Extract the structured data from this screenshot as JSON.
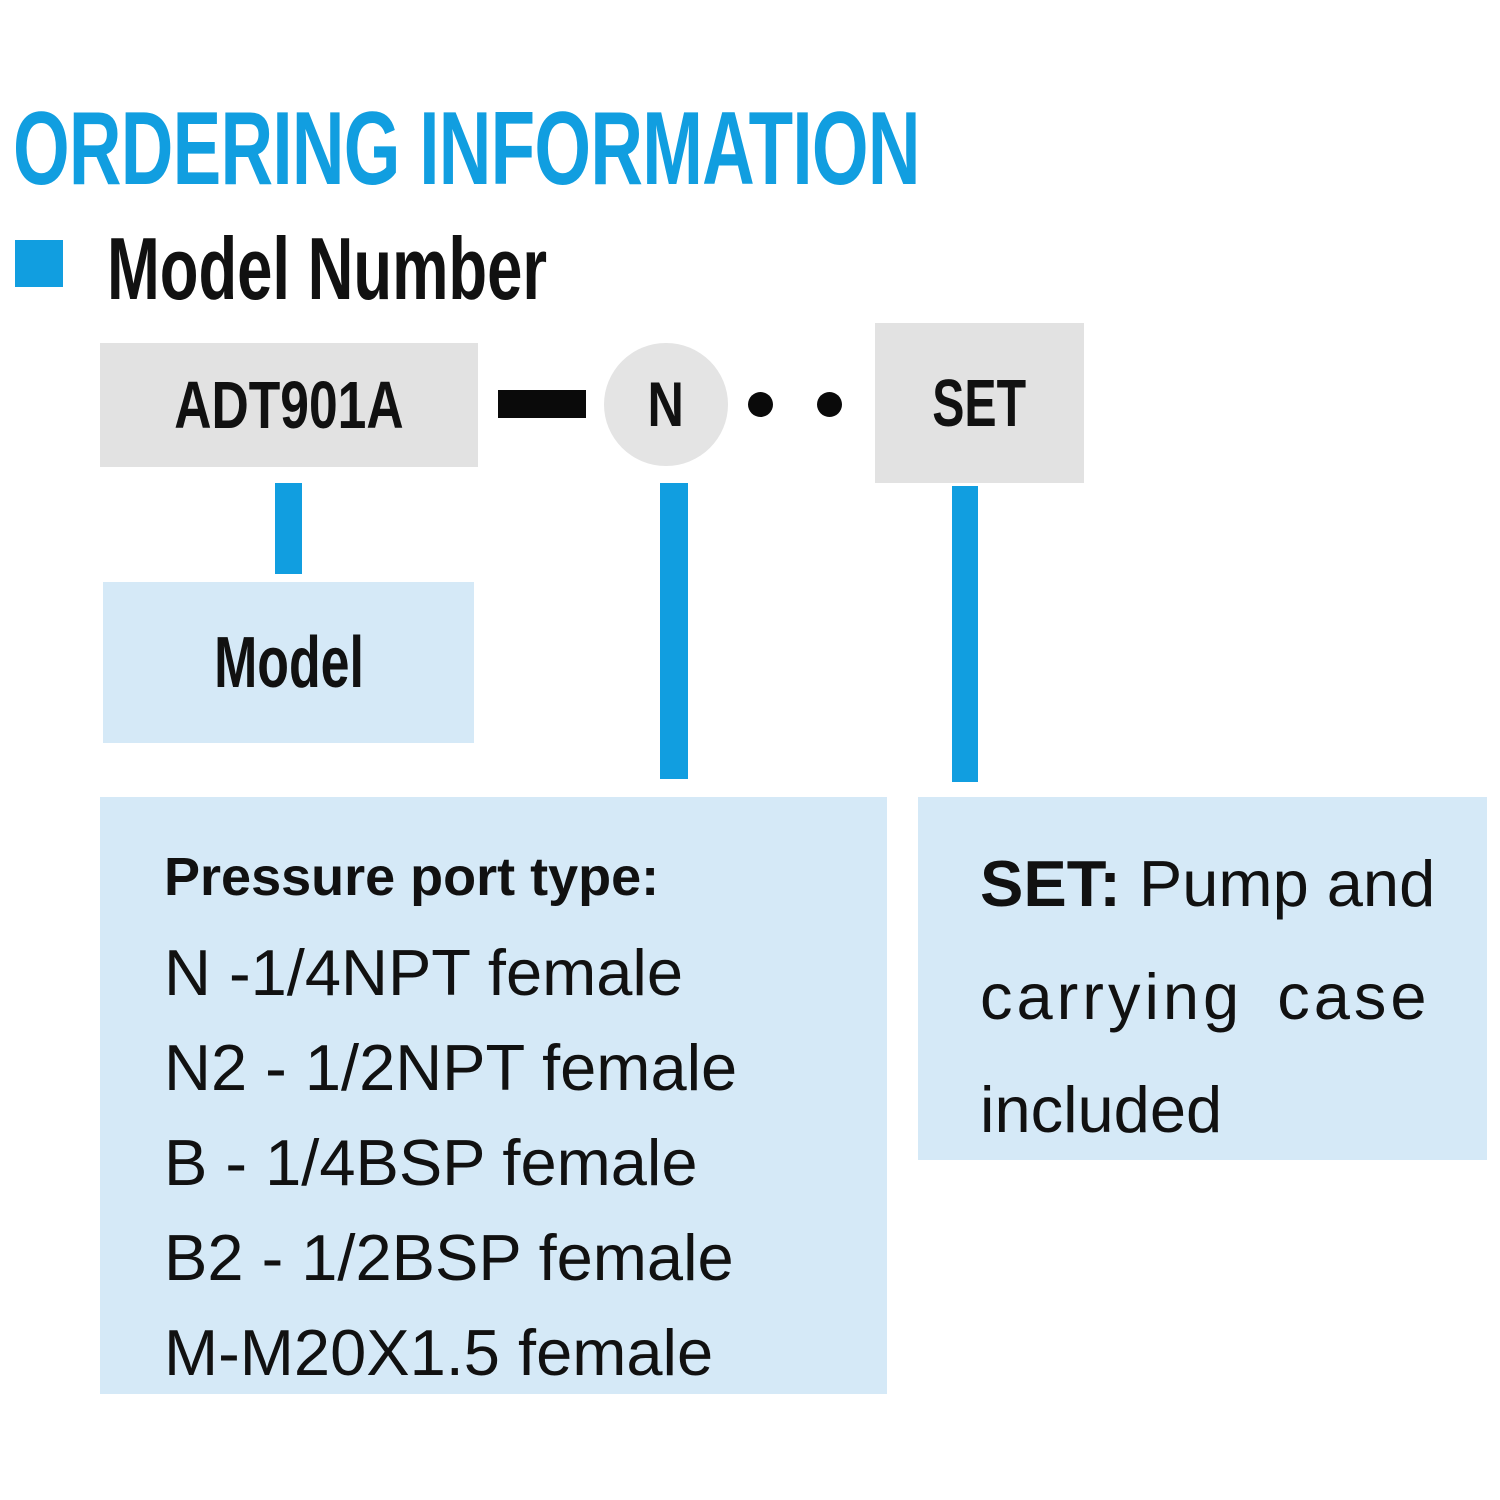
{
  "header": {
    "title": "ORDERING INFORMATION",
    "section": {
      "heading": "Model Number"
    }
  },
  "model_code_row": {
    "model_segment": "ADT901A",
    "port_segment": "N",
    "set_segment": "SET",
    "separators": {
      "dash_count": 1,
      "dot_count": 2
    }
  },
  "model_label_box": {
    "label": "Model"
  },
  "pressure_port_box": {
    "heading": "Pressure port type:",
    "options": [
      "N -1/4NPT female",
      "N2 - 1/2NPT female",
      "B - 1/4BSP female",
      "B2 - 1/2BSP female",
      "M-M20X1.5 female"
    ]
  },
  "set_info_box": {
    "heading_bold": "SET:",
    "line1_rest": " Pump and",
    "line2": "carrying case",
    "line3": "included"
  },
  "colors": {
    "accent_blue": "#119EE0",
    "panel_light_blue": "#D5E9F7",
    "segment_gray": "#E2E2E2",
    "dash_dot_black": "#0a0a0a",
    "text_black": "#111111"
  }
}
